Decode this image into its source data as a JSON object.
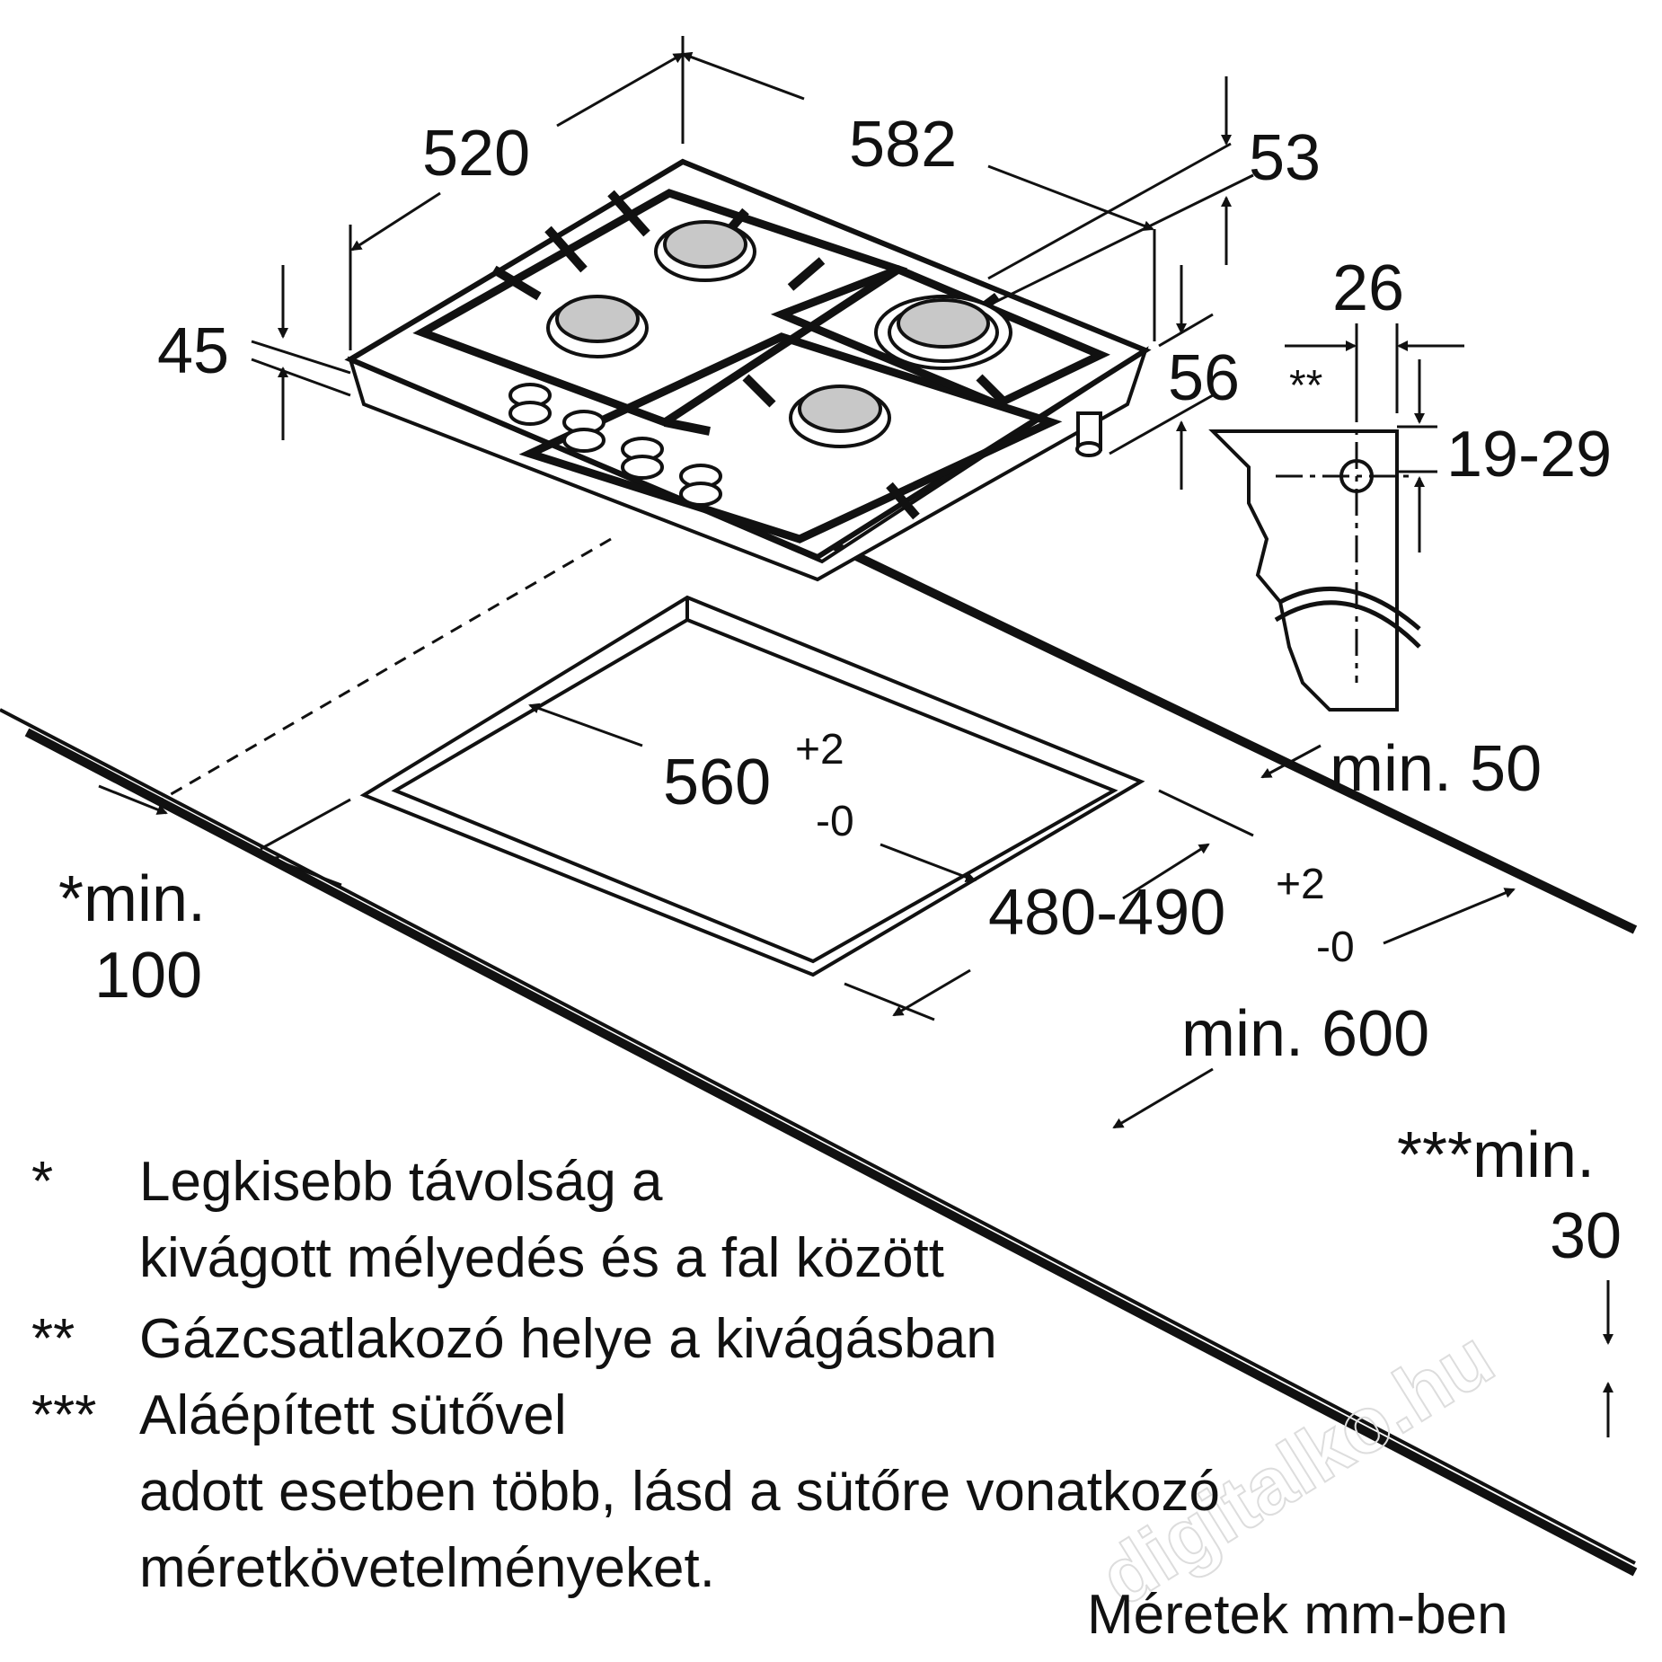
{
  "dimensions": {
    "width_520": "520",
    "width_582": "582",
    "height_53": "53",
    "height_45": "45",
    "depth_56": "56",
    "offset_26": "26",
    "marker_2star": "**",
    "range_19_29": "19-29",
    "cutout_560": "560",
    "tol_plus": "+2",
    "tol_minus": "-0",
    "cutout_480_490": "480-490",
    "min_50": "min. 50",
    "min_100_label": "*min.",
    "min_100_value": "100",
    "min_600": "min. 600",
    "min_30_label": "***min.",
    "min_30_value": "30"
  },
  "notes": [
    {
      "marker": "*",
      "lines": [
        "Legkisebb távolság a",
        "kivágott mélyedés és a fal között"
      ]
    },
    {
      "marker": "**",
      "lines": [
        "Gázcsatlakozó helye a kivágásban"
      ]
    },
    {
      "marker": "***",
      "lines": [
        "Aláépített sütővel",
        "adott esetben több, lásd a sütőre vonatkozó",
        "méretkövetelményeket."
      ]
    }
  ],
  "units_caption": "Méretek mm-ben",
  "watermark": "digitalko.hu"
}
